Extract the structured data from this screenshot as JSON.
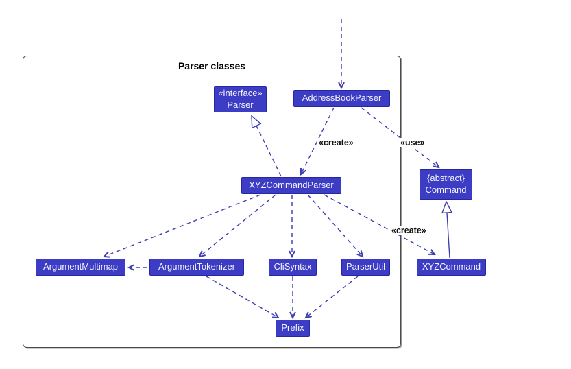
{
  "title": "Parser classes",
  "colors": {
    "node_fill": "#3c3cc4",
    "node_border": "#2727a3",
    "node_text": "#f2f2fc",
    "edge": "#3d3db2",
    "frame_border": "#4a4a4a",
    "label_text": "#111111",
    "background": "#ffffff"
  },
  "nodes": {
    "parser": {
      "stereotype": "«interface»",
      "name": "Parser"
    },
    "addressBookParser": {
      "name": "AddressBookParser"
    },
    "xyzCommandParser": {
      "name": "XYZCommandParser"
    },
    "command": {
      "stereotype": "{abstract}",
      "name": "Command"
    },
    "argumentMultimap": {
      "name": "ArgumentMultimap"
    },
    "argumentTokenizer": {
      "name": "ArgumentTokenizer"
    },
    "cliSyntax": {
      "name": "CliSyntax"
    },
    "parserUtil": {
      "name": "ParserUtil"
    },
    "xyzCommand": {
      "name": "XYZCommand"
    },
    "prefix": {
      "name": "Prefix"
    }
  },
  "edges": [
    {
      "from": "external",
      "to": "AddressBookParser",
      "type": "dashed-dependency",
      "label": ""
    },
    {
      "from": "XYZCommandParser",
      "to": "Parser",
      "type": "dashed-realization",
      "label": ""
    },
    {
      "from": "AddressBookParser",
      "to": "XYZCommandParser",
      "type": "dashed-dependency",
      "label": "«create»"
    },
    {
      "from": "AddressBookParser",
      "to": "Command",
      "type": "dashed-dependency",
      "label": "«use»"
    },
    {
      "from": "XYZCommandParser",
      "to": "ArgumentMultimap",
      "type": "dashed-dependency",
      "label": ""
    },
    {
      "from": "XYZCommandParser",
      "to": "ArgumentTokenizer",
      "type": "dashed-dependency",
      "label": ""
    },
    {
      "from": "XYZCommandParser",
      "to": "CliSyntax",
      "type": "dashed-dependency",
      "label": ""
    },
    {
      "from": "XYZCommandParser",
      "to": "ParserUtil",
      "type": "dashed-dependency",
      "label": ""
    },
    {
      "from": "XYZCommandParser",
      "to": "XYZCommand",
      "type": "dashed-dependency",
      "label": "«create»"
    },
    {
      "from": "ArgumentTokenizer",
      "to": "ArgumentMultimap",
      "type": "dashed-dependency",
      "label": ""
    },
    {
      "from": "ArgumentTokenizer",
      "to": "Prefix",
      "type": "dashed-dependency",
      "label": ""
    },
    {
      "from": "CliSyntax",
      "to": "Prefix",
      "type": "dashed-dependency",
      "label": ""
    },
    {
      "from": "ParserUtil",
      "to": "Prefix",
      "type": "dashed-dependency",
      "label": ""
    },
    {
      "from": "XYZCommand",
      "to": "Command",
      "type": "solid-inheritance",
      "label": ""
    }
  ]
}
